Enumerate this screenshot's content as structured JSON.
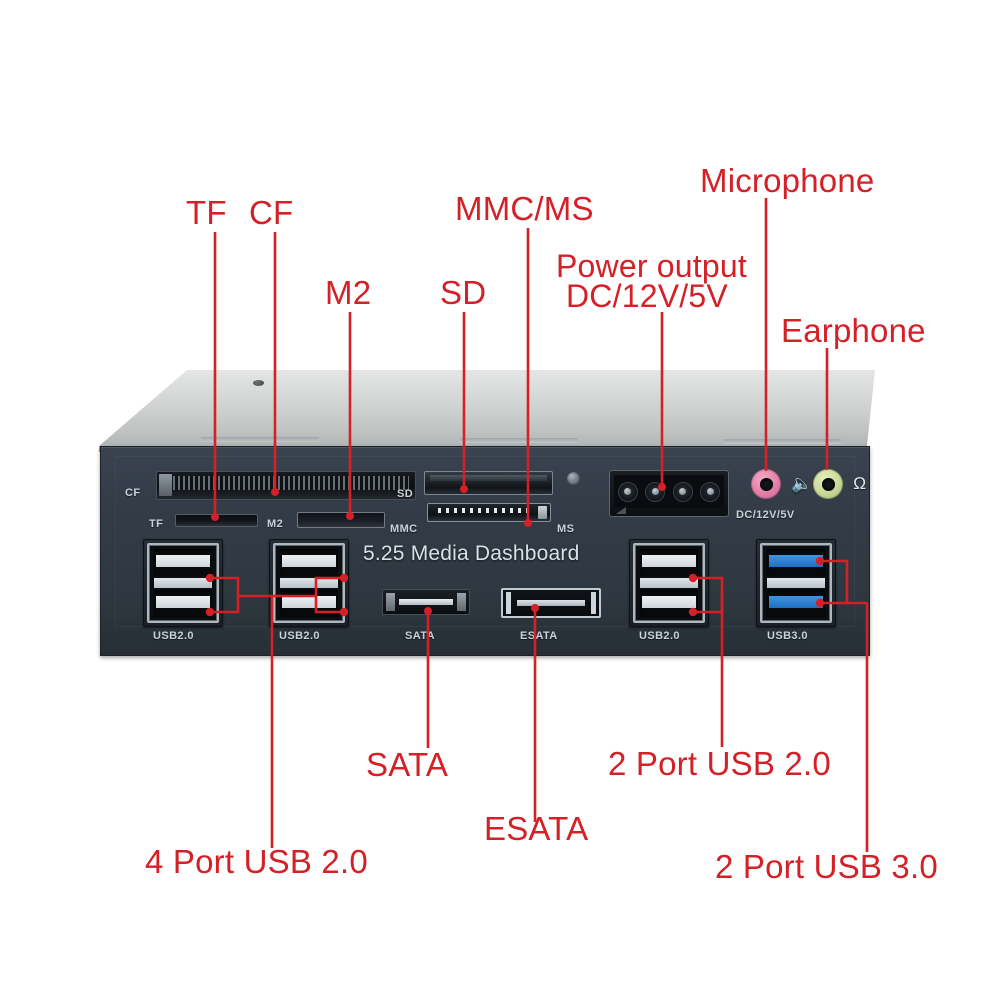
{
  "diagram": {
    "title": "5.25 Media Dashboard front panel annotated diagram",
    "accent_color": "#d42027",
    "panel_color": "#323b44",
    "lid_color": "#c9cbcb"
  },
  "device": {
    "brand_text": "5.25 Media Dashboard",
    "panel_labels": {
      "cf": "CF",
      "tf": "TF",
      "m2": "M2",
      "sd": "SD",
      "mmc": "MMC",
      "ms": "MS",
      "dc": "DC/12V/5V",
      "usb2_left": "USB2.0",
      "usb2_mid": "USB2.0",
      "sata": "SATA",
      "esata": "ESATA",
      "usb2_right": "USB2.0",
      "usb3": "USB3.0"
    },
    "jack_icons": {
      "microphone": "microphone-icon",
      "earphone": "headphone-icon"
    }
  },
  "annotations": [
    {
      "id": "tf",
      "label": "TF"
    },
    {
      "id": "cf",
      "label": "CF"
    },
    {
      "id": "m2",
      "label": "M2"
    },
    {
      "id": "sd",
      "label": "SD"
    },
    {
      "id": "mmc_ms",
      "label": "MMC/MS"
    },
    {
      "id": "power_1",
      "label": "Power output"
    },
    {
      "id": "power_2",
      "label": "DC/12V/5V"
    },
    {
      "id": "microphone",
      "label": "Microphone"
    },
    {
      "id": "earphone",
      "label": "Earphone"
    },
    {
      "id": "sata",
      "label": "SATA"
    },
    {
      "id": "esata",
      "label": "ESATA"
    },
    {
      "id": "usb2_4port",
      "label": "4 Port USB 2.0"
    },
    {
      "id": "usb2_2port",
      "label": "2 Port USB 2.0"
    },
    {
      "id": "usb3_2port",
      "label": "2 Port USB 3.0"
    }
  ]
}
